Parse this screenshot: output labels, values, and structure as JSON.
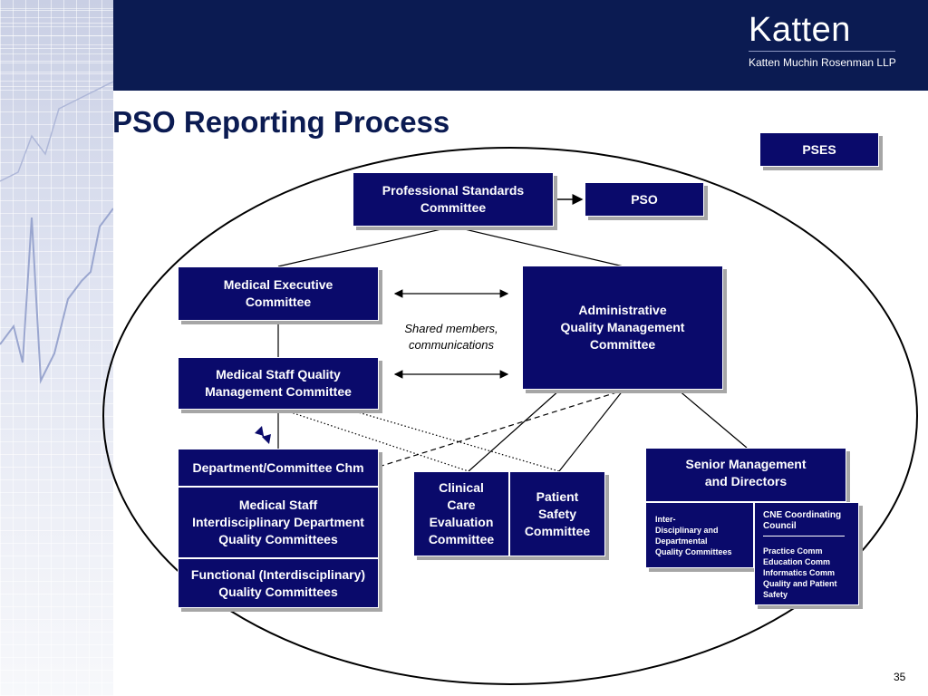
{
  "brand": {
    "name": "Katten",
    "subtitle": "Katten Muchin Rosenman LLP"
  },
  "title": "PSO Reporting Process",
  "nodes": {
    "pses": "PSES",
    "professional_standards": "Professional Standards\nCommittee",
    "pso": "PSO",
    "medical_executive": "Medical Executive\nCommittee",
    "administrative_qm": "Administrative\nQuality Management\nCommittee",
    "medical_staff_qm": "Medical Staff Quality\nManagement Committee",
    "dept_committee_chm": "Department/Committee Chm",
    "medical_staff_interdisciplinary": "Medical Staff\nInterdisciplinary Department\nQuality Committees",
    "functional_interdisciplinary": "Functional (Interdisciplinary)\nQuality Committees",
    "clinical_care": "Clinical\nCare\nEvaluation\nCommittee",
    "patient_safety": "Patient\nSafety\nCommittee",
    "senior_management": "Senior Management\nand Directors",
    "inter_disciplinary": "Inter-\nDisciplinary and\nDepartmental\nQuality Committees",
    "cne_title": "CNE Coordinating\nCouncil",
    "cne_list": "Practice Comm\nEducation Comm\nInformatics Comm\nQuality and Patient\nSafety"
  },
  "shared_note": "Shared members,\ncommunications",
  "slide_number": "35",
  "colors": {
    "header": "#0b1b52",
    "box": "#0a0a6b",
    "title": "#0b1b52"
  }
}
